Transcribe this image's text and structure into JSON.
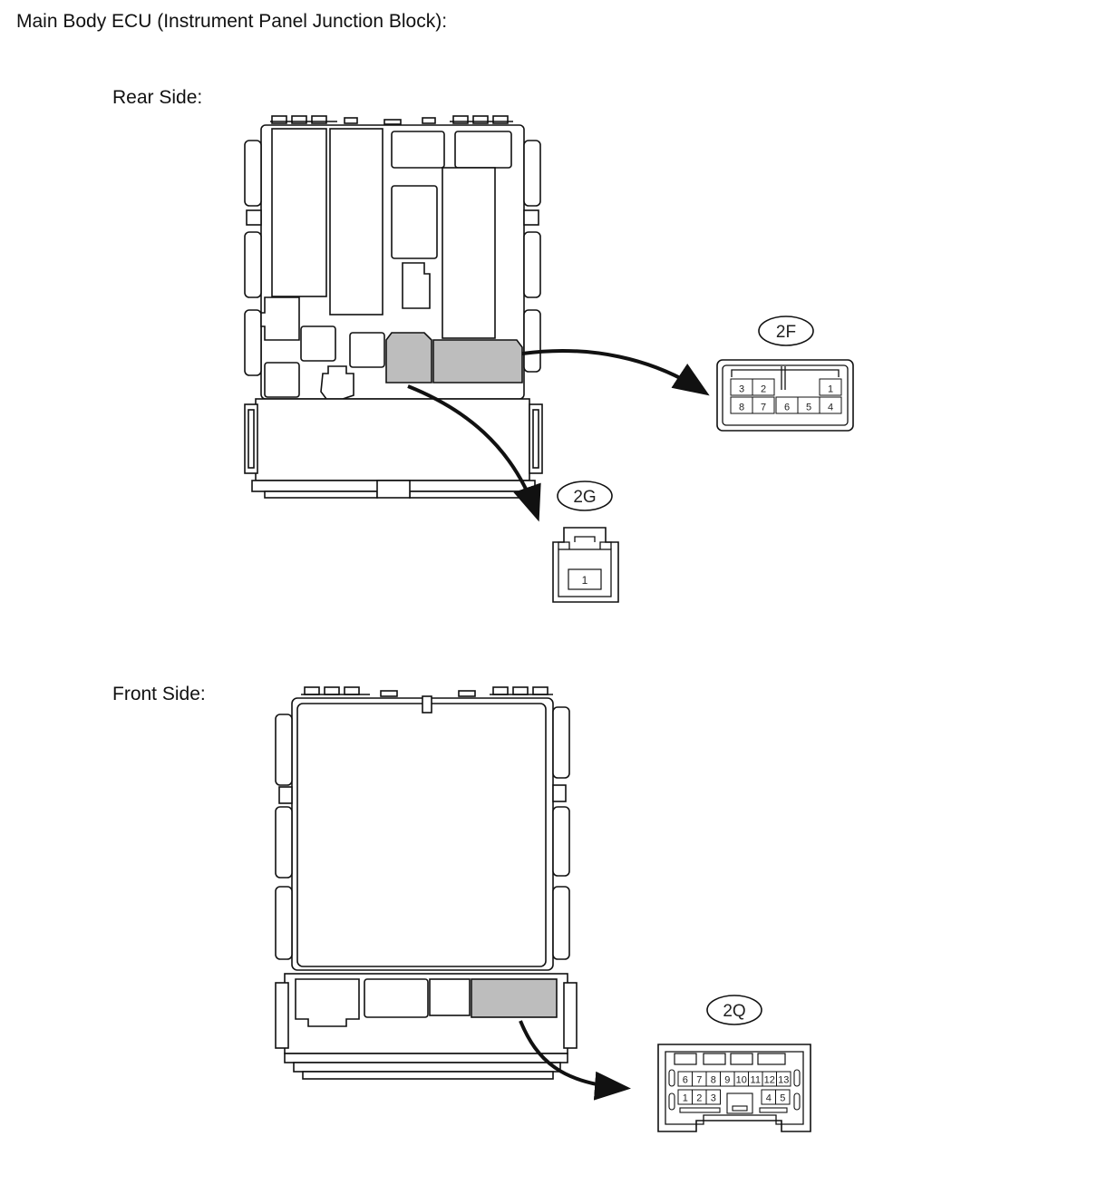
{
  "title": "Main Body ECU (Instrument Panel Junction Block):",
  "rear_label": "Rear Side:",
  "front_label": "Front Side:",
  "connectors": {
    "c2F": {
      "code": "2F",
      "top_pins": [
        "3",
        "2",
        "1"
      ],
      "bottom_pins": [
        "8",
        "7",
        "6",
        "5",
        "4"
      ]
    },
    "c2G": {
      "code": "2G",
      "pins": [
        "1"
      ]
    },
    "c2Q": {
      "code": "2Q",
      "top_pins": [
        "6",
        "7",
        "8",
        "9",
        "10",
        "11",
        "12",
        "13"
      ],
      "bottom_pins": [
        "1",
        "2",
        "3",
        "4",
        "5"
      ]
    }
  },
  "colors": {
    "line": "#111111",
    "highlight": "#bdbdbd",
    "background": "#ffffff"
  }
}
